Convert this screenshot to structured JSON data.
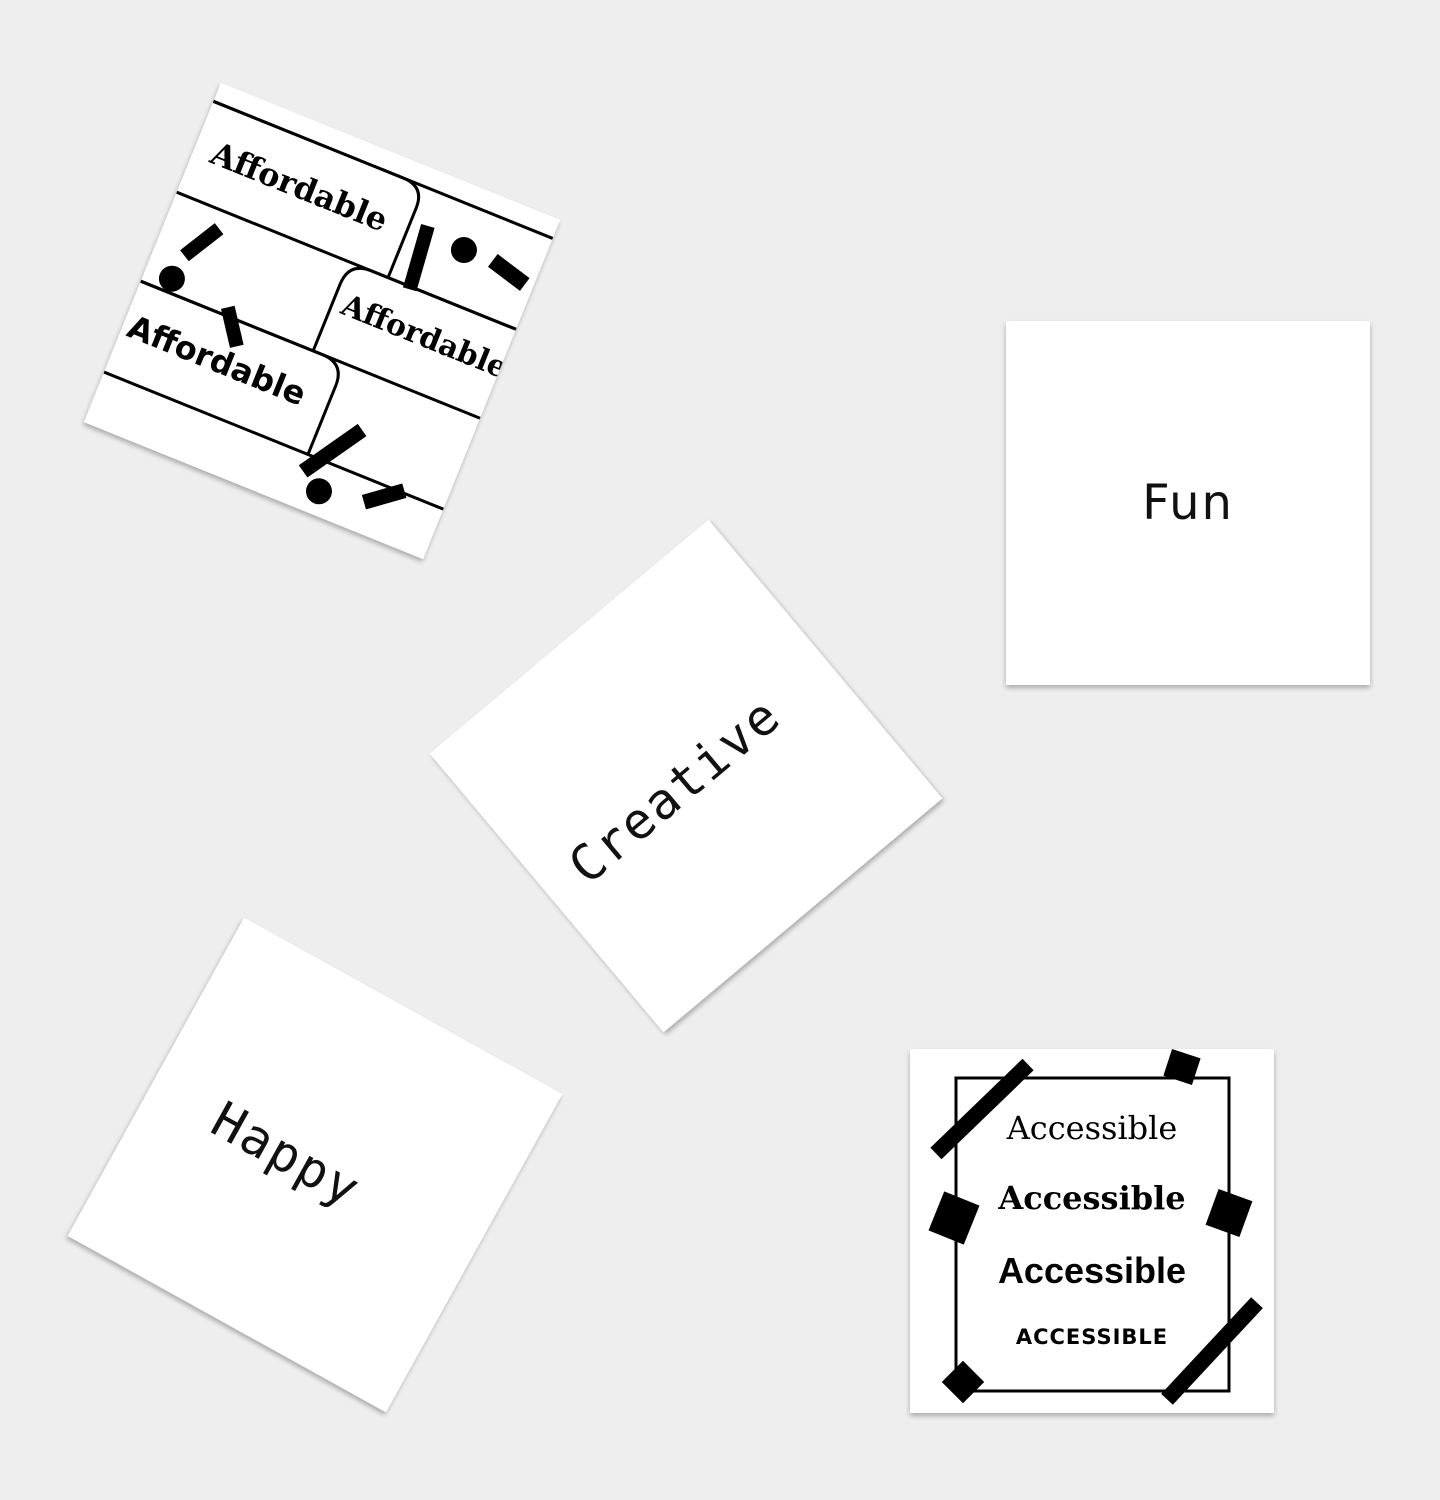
{
  "background_color": "#eeeeee",
  "card_color": "#ffffff",
  "ink_color": "#000000",
  "cards": {
    "affordable": {
      "words": [
        "Affordable",
        "Affordable",
        "Affordable"
      ]
    },
    "fun": {
      "word": "Fun"
    },
    "creative": {
      "word": "Creative"
    },
    "happy": {
      "word": "Happy"
    },
    "accessible": {
      "words": [
        "Accessible",
        "Accessible",
        "Accessible",
        "ACCESSIBLE"
      ]
    }
  }
}
